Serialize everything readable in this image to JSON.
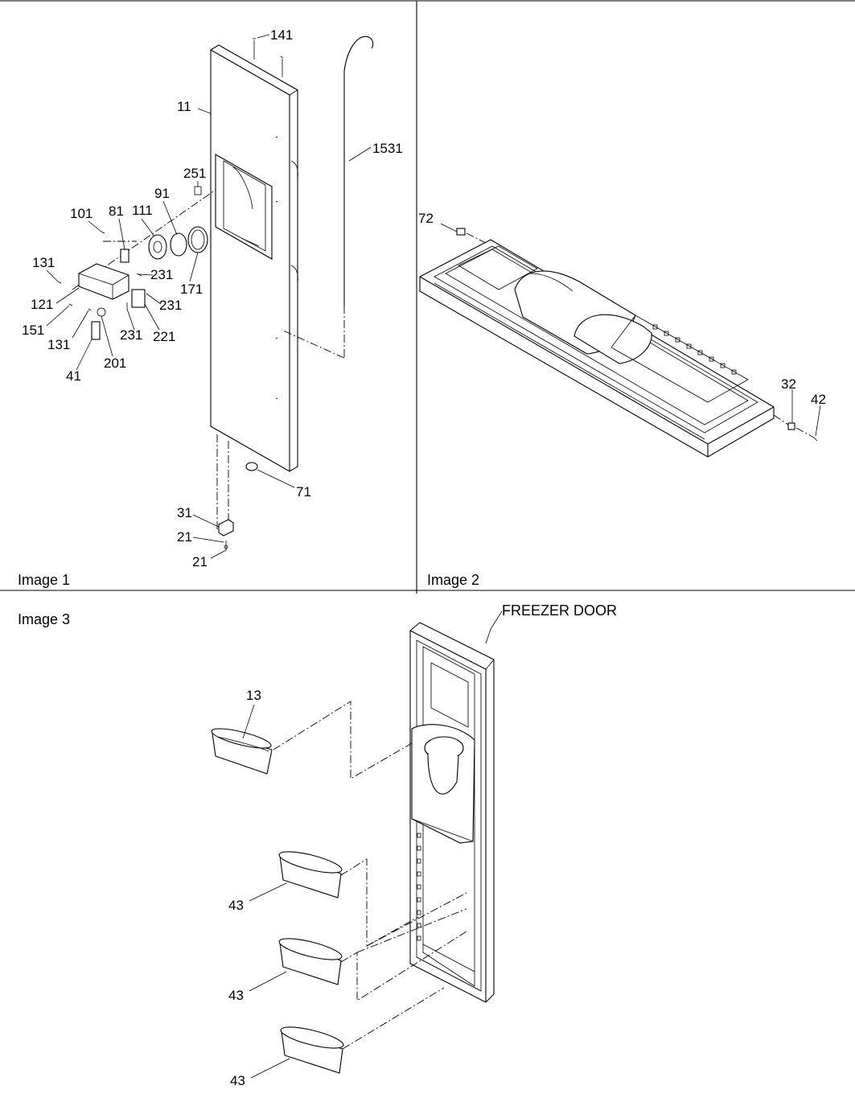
{
  "panels": [
    {
      "caption": "Image 1"
    },
    {
      "caption": "Image 2"
    },
    {
      "caption": "Image 3"
    }
  ],
  "image1_callouts": [
    "141",
    "11",
    "1531",
    "251",
    "91",
    "111",
    "81",
    "101",
    "131",
    "121",
    "151",
    "131",
    "41",
    "201",
    "231",
    "231",
    "231",
    "221",
    "171",
    "71",
    "31",
    "21",
    "21"
  ],
  "image2_callouts": [
    "72",
    "32",
    "42"
  ],
  "image3_callouts": [
    "FREEZER DOOR",
    "13",
    "43",
    "43",
    "43"
  ]
}
